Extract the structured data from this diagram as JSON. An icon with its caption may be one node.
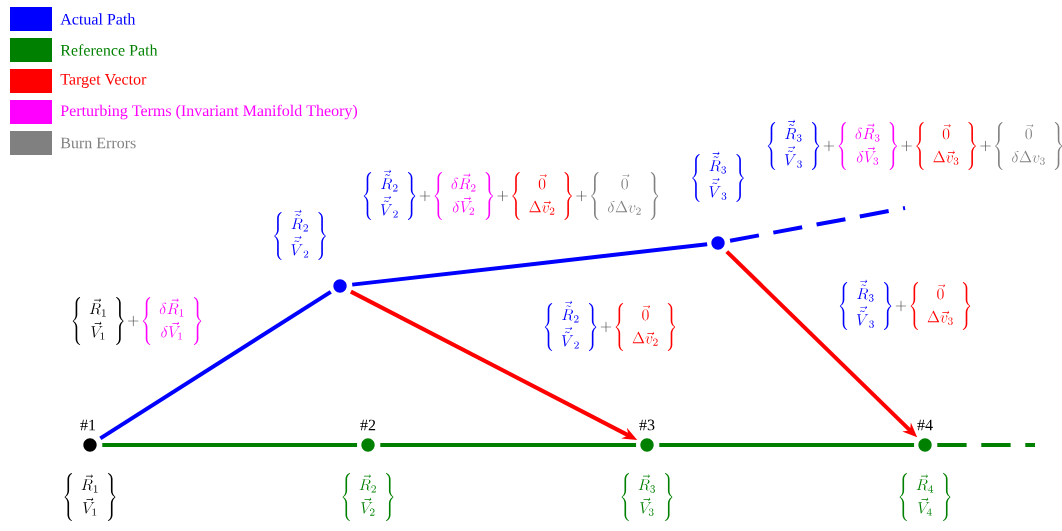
{
  "diagram": {
    "nodes": [
      {
        "text": [],
        "shape": "circle",
        "beside": [
          "#1",
          "\\left\\{\\begin{array}{c}\\vec{R}_1\\\\ \\vec{V}_1\\end{array}\\right\\}"
        ]
      },
      {
        "text": [],
        "shape": "circle",
        "beside": [
          "#2",
          "\\left\\{\\begin{array}{c}\\vec{R}_2\\\\ \\vec{V}_2\\end{array}\\right\\}"
        ]
      },
      {
        "text": [],
        "shape": "circle",
        "beside": [
          "#3",
          "\\left\\{\\begin{array}{c}\\vec{R}_3\\\\ \\vec{V}_3\\end{array}\\right\\}"
        ]
      },
      {
        "text": [],
        "shape": "circle",
        "beside": [
          "#4",
          "\\left\\{\\begin{array}{c}\\vec{R}_4\\\\ \\vec{V}_4\\end{array}\\right\\}"
        ]
      },
      {
        "text": [],
        "shape": "circle",
        "beside": [
          "\\left\\{\\begin{array}{c}\\vec{\\tilde{R}}_2\\\\ \\vec{\\tilde{V}}_2\\end{array}\\right\\}"
        ]
      },
      {
        "text": [],
        "shape": "circle",
        "beside": [
          "\\left\\{\\begin{array}{c}\\vec{\\tilde{R}}_3\\\\ \\vec{\\tilde{V}}_3\\end{array}\\right\\}"
        ]
      }
    ],
    "edges": [
      {
        "from": 0,
        "to": 4,
        "arrow": "none",
        "color": "#0000ff"
      },
      {
        "from": 4,
        "to": 5,
        "arrow": "none",
        "color": "#0000ff"
      },
      {
        "from": 5,
        "to": null,
        "arrow": "none",
        "style": "dashed",
        "color": "#0000ff"
      },
      {
        "from": 0,
        "to": 1,
        "arrow": "none",
        "color": "#008000"
      },
      {
        "from": 1,
        "to": 2,
        "arrow": "none",
        "color": "#008000"
      },
      {
        "from": 2,
        "to": 3,
        "arrow": "none",
        "color": "#008000"
      },
      {
        "from": 3,
        "to": null,
        "arrow": "none",
        "style": "dashed",
        "color": "#008000"
      },
      {
        "from": 4,
        "to": 2,
        "arrow": "to",
        "color": "#ff0000"
      },
      {
        "from": 5,
        "to": 3,
        "arrow": "to",
        "color": "#ff0000"
      }
    ],
    "labels": [
      "\\left\\{\\begin{array}{c}\\vec{\\tilde{R}}_3\\\\ \\vec{\\tilde{V}}_3\\end{array}\\right\\}",
      "+",
      "\\left\\{\\begin{array}{c}\\delta\\vec{R}_3\\\\ \\delta\\vec{V}_3\\end{array}\\right\\}",
      "+",
      "\\left\\{\\begin{array}{c}\\vec{0}\\\\ \\Delta\\vec{v}_3\\end{array}\\right\\}",
      "+",
      "\\left\\{\\begin{array}{c}\\vec{0}\\\\ \\delta\\Delta v_3\\end{array}\\right\\}",
      "\\left\\{\\begin{array}{c}\\vec{\\tilde{R}}_2\\\\ \\vec{\\tilde{V}}_2\\end{array}\\right\\}",
      "+",
      "\\left\\{\\begin{array}{c}\\delta\\vec{R}_2\\\\ \\delta\\vec{V}_2\\end{array}\\right\\}",
      "+",
      "\\left\\{\\begin{array}{c}\\vec{0}\\\\ \\Delta\\vec{v}_2\\end{array}\\right\\}",
      "+",
      "\\left\\{\\begin{array}{c}\\vec{0}\\\\ \\delta\\Delta v_2\\end{array}\\right\\}",
      "\\left\\{\\begin{array}{c}\\vec{R}_1\\\\ \\vec{V}_1\\end{array}\\right\\}",
      "+",
      "\\left\\{\\begin{array}{c}\\delta\\vec{R}_1\\\\ \\delta\\vec{V}_1\\end{array}\\right\\}",
      "\\left\\{\\begin{array}{c}\\vec{\\tilde{R}}_2\\\\ \\vec{\\tilde{V}}_2\\end{array}\\right\\}",
      "+",
      "\\left\\{\\begin{array}{c}\\vec{0}\\\\ \\Delta\\vec{v}_2\\end{array}\\right\\}",
      "\\left\\{\\begin{array}{c}\\vec{\\tilde{R}}_3\\\\ \\vec{\\tilde{V}}_3\\end{array}\\right\\}",
      "+",
      "\\left\\{\\begin{array}{c}\\vec{0}\\\\ \\Delta\\vec{v}_3\\end{array}\\right\\}"
    ],
    "legend": [
      {
        "text": "Actual Path",
        "color": "#0000ff"
      },
      {
        "text": "Reference Path",
        "color": "#008000"
      },
      {
        "text": "Target Vector",
        "color": "#ff0000"
      },
      {
        "text": "Perturbing Terms (Invariant Manifold Theory)",
        "color": "#ff00ff"
      },
      {
        "text": "Burn Errors",
        "color": "#808080"
      }
    ]
  }
}
